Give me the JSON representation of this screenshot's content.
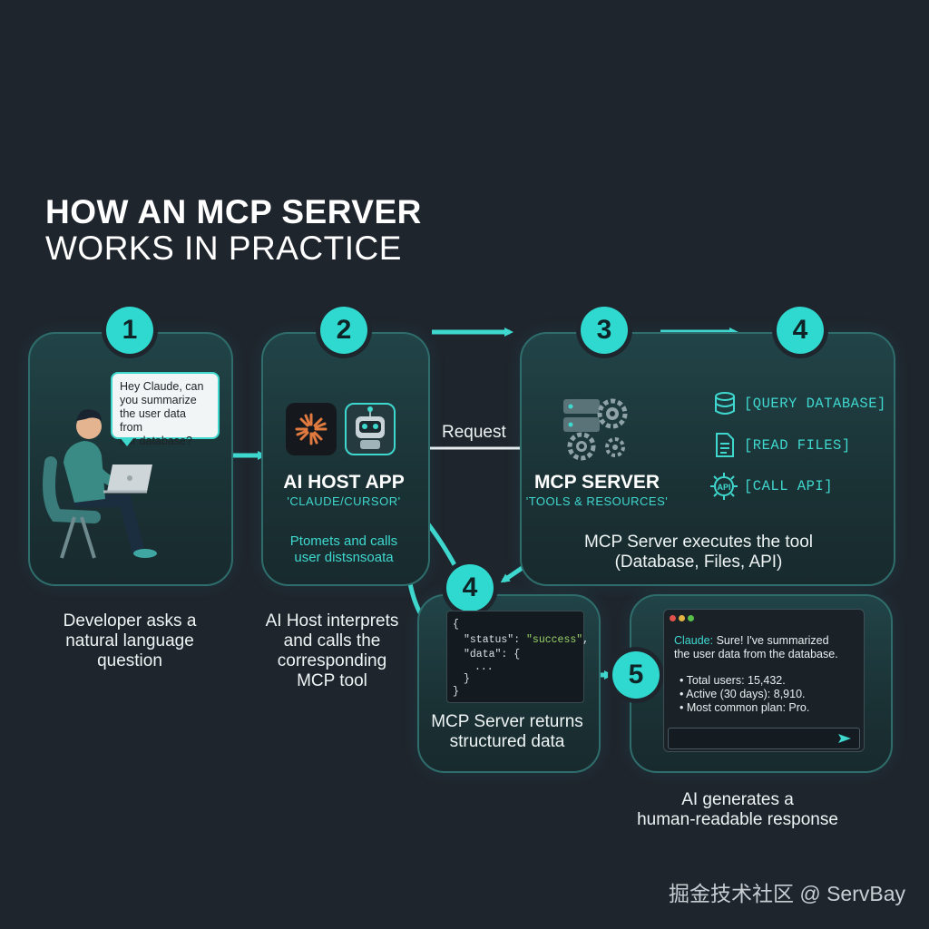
{
  "title": {
    "line1": "HOW AN MCP SERVER",
    "line2": "WORKS IN PRACTICE"
  },
  "steps": {
    "s1": {
      "badge": "1",
      "bubble": [
        "Hey Claude, can",
        "you summarize",
        "the user data from",
        "our database?"
      ],
      "caption": [
        "Developer asks a",
        "natural language",
        "question"
      ]
    },
    "s2": {
      "badge": "2",
      "title": "AI HOST APP",
      "subtitle": "'CLAUDE/CURSOR'",
      "inner": [
        "Ptomets and calls",
        "user distsnsoata"
      ],
      "caption": [
        "AI Host interprets",
        "and calls the",
        "corresponding",
        "MCP tool"
      ]
    },
    "s3": {
      "badge": "3",
      "title": "MCP SERVER",
      "subtitle": "'TOOLS & RESOURCES'",
      "inner": [
        "MCP Server executes the tool",
        "(Database, Files, API)"
      ]
    },
    "s4_top": {
      "badge": "4"
    },
    "tools": [
      {
        "icon": "database-icon",
        "label": "[QUERY DATABASE]"
      },
      {
        "icon": "file-icon",
        "label": "[READ FILES]"
      },
      {
        "icon": "api-icon",
        "label": "[CALL API]"
      }
    ],
    "request_label": "Request",
    "s4": {
      "badge": "4",
      "code": [
        "{",
        "\"status\": \"success\",",
        "\"data\": {",
        "...",
        "}",
        "}"
      ],
      "code_key1": "\"status\"",
      "code_val1": "\"success\"",
      "code_key2": "\"data\"",
      "caption": [
        "MCP Server returns",
        "structured data"
      ]
    },
    "s5": {
      "badge": "5",
      "chat_prefix": "Claude:",
      "chat_line1": "Sure! I've summarized",
      "chat_line2": "the user data from the database.",
      "bullets": [
        "Total users: 15,432.",
        "Active (30 days): 8,910.",
        "Most common plan: Pro."
      ],
      "caption": [
        "AI generates a",
        "human-readable response"
      ]
    }
  },
  "watermark": "掘金技术社区 @ ServBay",
  "colors": {
    "accent": "#3fd8cf",
    "background": "#1f252d"
  }
}
